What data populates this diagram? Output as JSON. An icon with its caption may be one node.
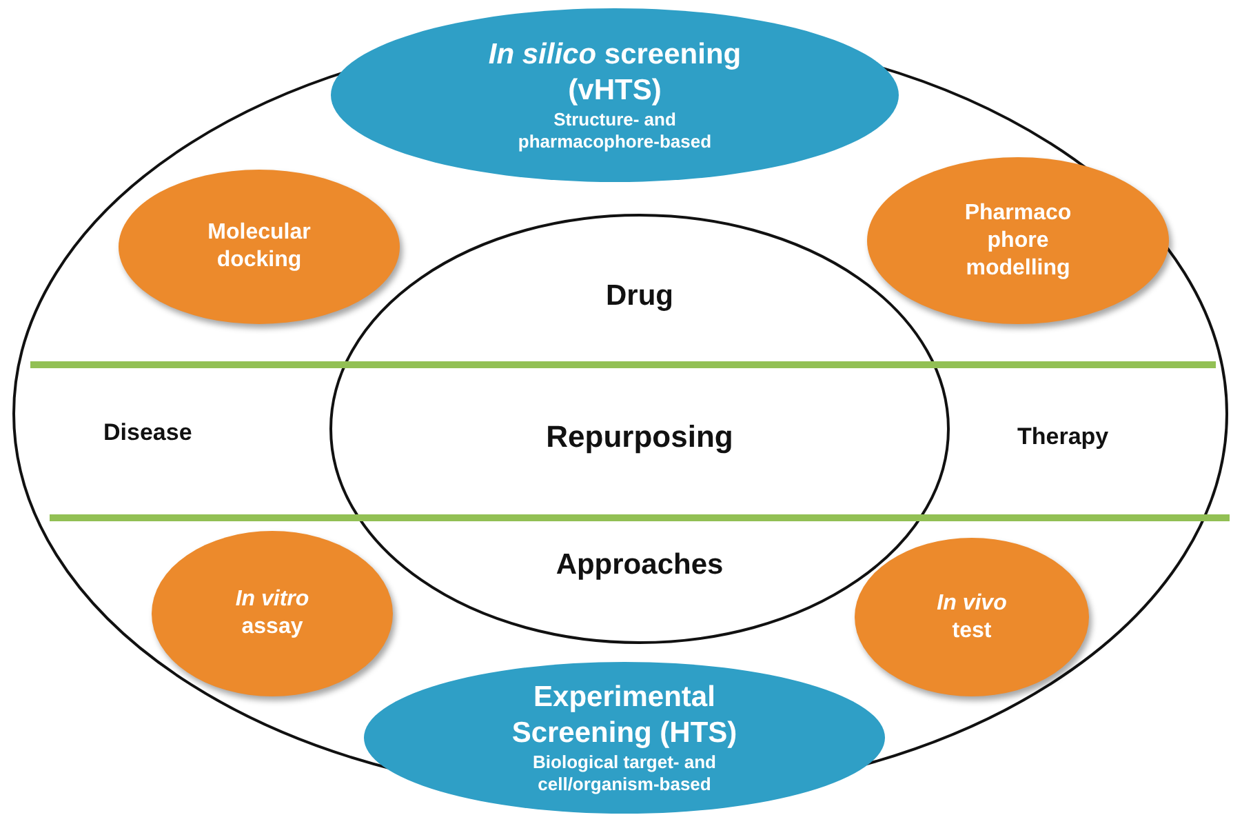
{
  "diagram": {
    "nodes": [
      {
        "text": [],
        "shape": "circle"
      },
      {
        "text": [
          "*In silico* screening (vHTS)",
          "Structure- and pharmacophore-based"
        ]
      },
      {
        "text": [
          "Molecular docking"
        ],
        "in": 0
      },
      {
        "text": [
          "Pharmaco phore modelling"
        ],
        "in": 0
      },
      {
        "text": [
          "Drug",
          "Repurposing",
          "Approaches"
        ],
        "in": 0
      },
      {
        "text": [
          "*In vitro* assay"
        ],
        "in": 0
      },
      {
        "text": [
          "*In vivo* test"
        ],
        "in": 0
      },
      {
        "text": [
          "Experimental Screening (HTS)",
          "Biological target- and cell/organism-based"
        ]
      }
    ],
    "labels": [
      "Disease",
      "Therapy"
    ]
  }
}
